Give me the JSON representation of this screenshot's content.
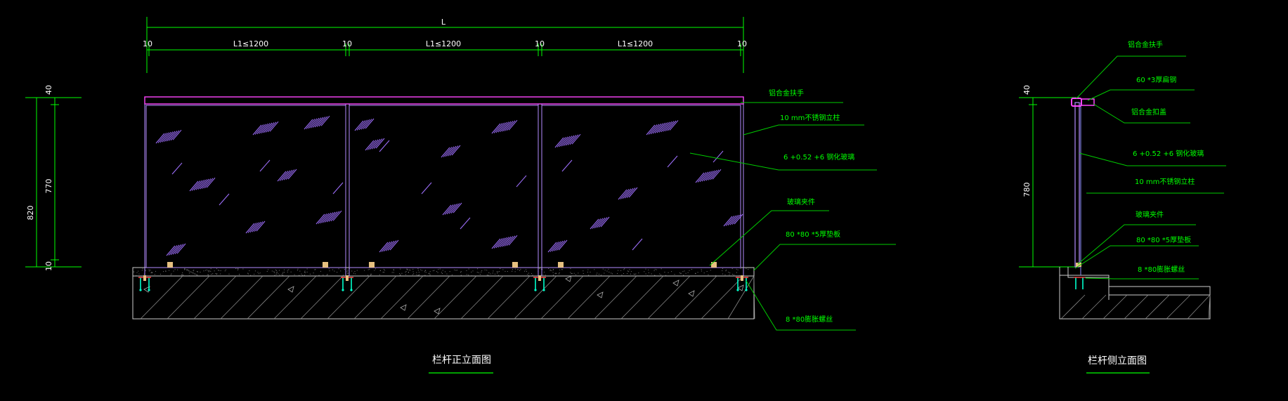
{
  "colors": {
    "background": "#000000",
    "dimension": "#00ff00",
    "dimension_text": "#ffffff",
    "glass_frame": "#b48cff",
    "glass_hatch": "#a070ff",
    "handrail": "#ff44ff",
    "label": "#00ff00",
    "leader": "#00cc00",
    "base": "#cccccc",
    "post_clamp": "#e6c080",
    "anchor": "#00ffcc"
  },
  "front_elevation": {
    "title": "栏杆正立面图",
    "overall_dim": "L",
    "top_dims": [
      "10",
      "L1≤1200",
      "10",
      "L1≤1200",
      "10",
      "L1≤1200",
      "10"
    ],
    "left_dims": [
      "40",
      "770",
      "10",
      "820"
    ],
    "labels": {
      "handrail": "铝合金扶手",
      "post": "10 mm不锈钢立柱",
      "glass": "6 +0.52 +6 钢化玻璃",
      "clamp": "玻璃夹件",
      "plate": "80 *80 *5厚垫板",
      "bolt": "8 *80膨胀螺丝"
    }
  },
  "side_elevation": {
    "title": "栏杆侧立面图",
    "left_dims": [
      "40",
      "780"
    ],
    "labels": {
      "handrail": "铝合金扶手",
      "square_tube": "60 *3厚扁钢",
      "cap": "铝合金扣盖",
      "glass": "6 +0.52 +6 钢化玻璃",
      "post": "10 mm不锈钢立柱",
      "clamp": "玻璃夹件",
      "plate": "80 *80 *5厚垫板",
      "bolt": "8 *80膨胀螺丝"
    }
  }
}
